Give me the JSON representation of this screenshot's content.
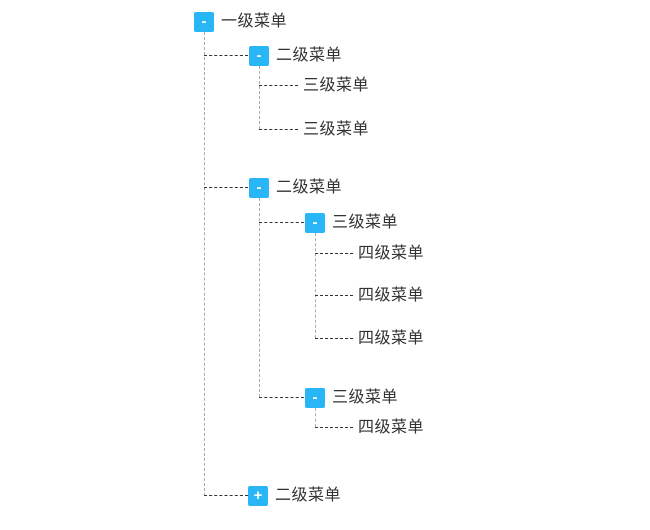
{
  "page": {
    "background": "#ffffff",
    "description": "expandable tree menu"
  },
  "colors": {
    "page_bg": "#ffffff",
    "toggle_bg": "#29b6f6",
    "toggle_glyph": "#ffffff",
    "text_color": "#333333",
    "h_line": "#333333",
    "v_line": "#aaaaaa"
  },
  "tree": {
    "nodes": [
      {
        "label": "一级菜单",
        "level": 1,
        "state": "expanded",
        "toggle": "-"
      },
      {
        "label": "二级菜单",
        "level": 2,
        "state": "expanded",
        "toggle": "-"
      },
      {
        "label": "三级菜单",
        "level": 3,
        "state": "leaf",
        "toggle": ""
      },
      {
        "label": "三级菜单",
        "level": 3,
        "state": "leaf",
        "toggle": ""
      },
      {
        "label": "二级菜单",
        "level": 2,
        "state": "expanded",
        "toggle": "-"
      },
      {
        "label": "三级菜单",
        "level": 3,
        "state": "expanded",
        "toggle": "-"
      },
      {
        "label": "四级菜单",
        "level": 4,
        "state": "leaf",
        "toggle": ""
      },
      {
        "label": "四级菜单",
        "level": 4,
        "state": "leaf",
        "toggle": ""
      },
      {
        "label": "四级菜单",
        "level": 4,
        "state": "leaf",
        "toggle": ""
      },
      {
        "label": "三级菜单",
        "level": 3,
        "state": "expanded",
        "toggle": "-"
      },
      {
        "label": "四级菜单",
        "level": 4,
        "state": "leaf",
        "toggle": ""
      },
      {
        "label": "二级菜单",
        "level": 2,
        "state": "collapsed",
        "toggle": "+"
      }
    ]
  }
}
